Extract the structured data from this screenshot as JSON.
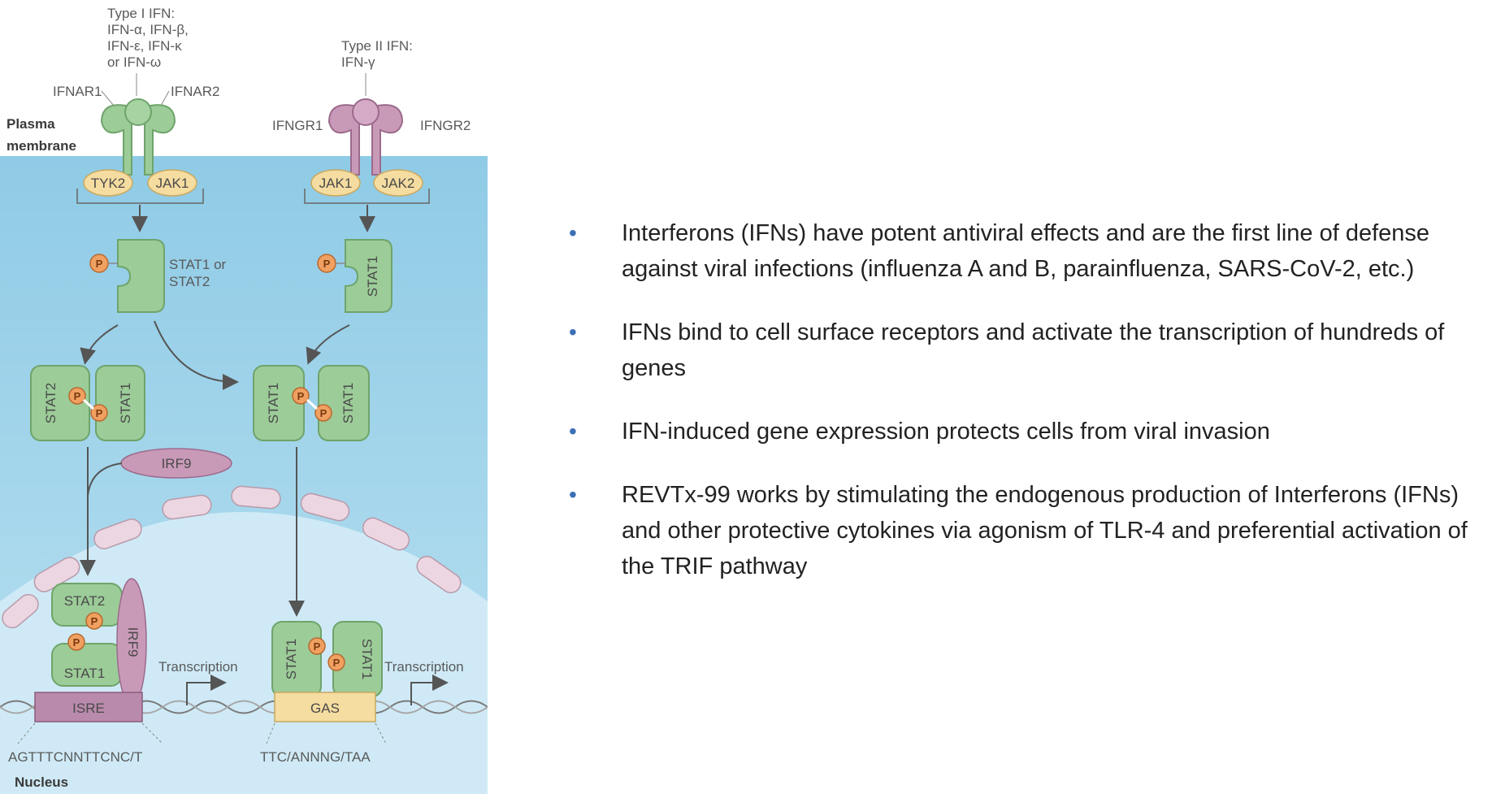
{
  "diagram": {
    "type_i_label": [
      "Type I IFN:",
      "IFN-α, IFN-β,",
      "IFN-ε, IFN-κ",
      "or IFN-ω"
    ],
    "type_ii_label": [
      "Type II IFN:",
      "IFN-γ"
    ],
    "ifnar1": "IFNAR1",
    "ifnar2": "IFNAR2",
    "ifngr1": "IFNGR1",
    "ifngr2": "IFNGR2",
    "plasma_membrane": [
      "Plasma",
      "membrane"
    ],
    "tyk2": "TYK2",
    "jak1_left": "JAK1",
    "jak1_right": "JAK1",
    "jak2": "JAK2",
    "p": "P",
    "stat1_or_stat2": [
      "STAT1 or",
      "STAT2"
    ],
    "stat1": "STAT1",
    "stat2": "STAT2",
    "irf9": "IRF9",
    "transcription": "Transcription",
    "isre": "ISRE",
    "gas": "GAS",
    "isre_seq": "AGTTTCNNTTCNC/T",
    "gas_seq": "TTC/ANNNG/TAA",
    "nucleus": "Nucleus",
    "colors": {
      "cytoplasm": "#a8d5ea",
      "nucleus": "#c9e8f5",
      "stat_green": "#9ccc98",
      "receptor_pink": "#c99ab8",
      "jak_yellow": "#f5dca0",
      "phospho_orange": "#f0a060"
    }
  },
  "bullets": [
    "Interferons (IFNs) have potent antiviral effects and are the first line of defense against viral infections (influenza A and B, parainfluenza, SARS-CoV-2, etc.)",
    "IFNs bind to cell surface receptors and activate the transcription of hundreds of genes",
    "IFN-induced gene expression protects cells from viral invasion",
    "REVTx-99 works by stimulating the endogenous production of Interferons (IFNs) and other protective cytokines via agonism of TLR-4 and preferential activation of the TRIF pathway"
  ],
  "bullet_symbol": "•"
}
